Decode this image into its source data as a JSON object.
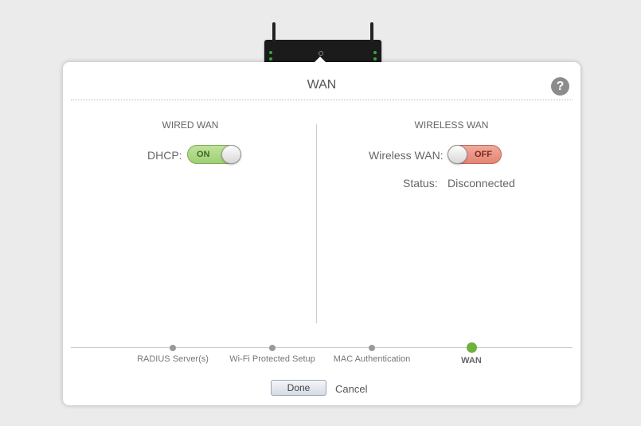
{
  "dialog": {
    "title": "WAN",
    "help_label": "?"
  },
  "wired": {
    "heading": "WIRED WAN",
    "dhcp_label": "DHCP:",
    "dhcp_toggle": {
      "state": "on",
      "text": "ON",
      "color": "#9fcf73"
    }
  },
  "wireless": {
    "heading": "WIRELESS WAN",
    "wan_label": "Wireless WAN:",
    "wan_toggle": {
      "state": "off",
      "text": "OFF",
      "color": "#e48674"
    },
    "status_label": "Status:",
    "status_value": "Disconnected"
  },
  "steps": [
    {
      "label": "RADIUS Server(s)",
      "active": false
    },
    {
      "label": "Wi-Fi Protected Setup",
      "active": false
    },
    {
      "label": "MAC Authentication",
      "active": false
    },
    {
      "label": "WAN",
      "active": true,
      "color": "#6cb23c"
    }
  ],
  "footer": {
    "done_label": "Done",
    "cancel_label": "Cancel"
  }
}
